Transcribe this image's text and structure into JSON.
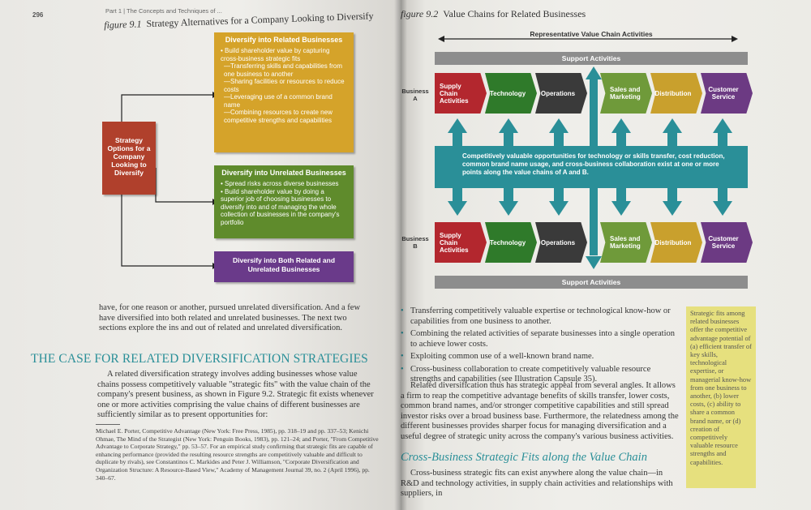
{
  "left_page": {
    "page_number": "296",
    "running_head": "Part 1 | The Concepts and Techniques of ...",
    "figure_label": "figure 9.1",
    "figure_title": "Strategy Alternatives for a Company Looking to Diversify",
    "center_box": "Strategy Options for a Company Looking to Diversify",
    "box_related": {
      "title": "Diversify into Related Businesses",
      "items": [
        "• Build shareholder value by capturing cross-business strategic fits",
        "—Transferring skills and capabilities from one business to another",
        "—Sharing facilities or resources to reduce costs",
        "—Leveraging use of a common brand name",
        "—Combining resources to create new competitive strengths and capabilities"
      ]
    },
    "box_unrelated": {
      "title": "Diversify into Unrelated Businesses",
      "items": [
        "• Spread risks across diverse businesses",
        "• Build shareholder value by doing a superior job of choosing businesses to diversify into and of managing the whole collection of businesses in the company's portfolio"
      ]
    },
    "box_both": {
      "title": "Diversify into Both Related and Unrelated Businesses"
    },
    "para_continued": "have, for one reason or another, pursued unrelated diversification. And a few have diversified into both related and unrelated businesses. The next two sections explore the ins and out of related and unrelated diversification.",
    "section_heading": "THE CASE FOR RELATED DIVERSIFICATION STRATEGIES",
    "para_related": "A related diversification strategy involves adding businesses whose value chains possess competitively valuable \"strategic fits\" with the value chain of the company's present business, as shown in Figure 9.2. Strategic fit exists whenever one or more activities comprising the value chains of different businesses are sufficiently similar as to present opportunities for:",
    "footnote1": "Michael E. Porter, Competitive Advantage (New York: Free Press, 1985), pp. 318–19 and pp. 337–53; Kenichi Ohmae, The Mind of the Strategist (New York: Penguin Books, 1983), pp. 121–24; and Porter, \"From Competitive Advantage to Corporate Strategy,\" pp. 53–57. For an empirical study confirming that strategic fits are capable of enhancing performance (provided the resulting resource strengths are competitively valuable and difficult to duplicate by rivals), see Constantinos C. Markides and Peter J. Williamson, \"Corporate Diversification and Organization Structure: A Resource-Based View,\" Academy of Management Journal 39, no. 2 (April 1996), pp. 340–67."
  },
  "right_page": {
    "figure_label": "figure 9.2",
    "figure_title": "Value Chains for Related Businesses",
    "axis_label": "Representative Value Chain Activities",
    "support_activities": "Support Activities",
    "business_a": "Business A",
    "business_b": "Business B",
    "chain": [
      "Supply Chain Activities",
      "Technology",
      "Operations",
      "Sales and Marketing",
      "Distribution",
      "Customer Service"
    ],
    "opportunities": "Competitively valuable opportunities for technology or skills transfer, cost reduction, common brand name usage, and cross-business collaboration exist at one or more points along the value chains of A and B.",
    "bullets": [
      "Transferring competitively valuable expertise or technological know-how or capabilities from one business to another.",
      "Combining the related activities of separate businesses into a single operation to achieve lower costs.",
      "Exploiting common use of a well-known brand name.",
      "Cross-business collaboration to create competitively valuable resource strengths and capabilities (see Illustration Capsule 35)."
    ],
    "para_appeal": "Related diversification thus has strategic appeal from several angles. It allows a firm to reap the competitive advantage benefits of skills transfer, lower costs, common brand names, and/or stronger competitive capabilities and still spread investor risks over a broad business base. Furthermore, the relatedness among the different businesses provides sharper focus for managing diversification and a useful degree of strategic unity across the company's various business activities.",
    "subheading": "Cross-Business Strategic Fits along the Value Chain",
    "para_cross": "Cross-business strategic fits can exist anywhere along the value chain—in R&D and technology activities, in supply chain activities and relationships with suppliers, in",
    "margin_note": "Strategic fits among related businesses offer the competitive advantage potential of (a) efficient transfer of key skills, technological expertise, or managerial know-how from one business to another, (b) lower costs, (c) ability to share a common brand name, or (d) creation of competitively valuable resource strengths and capabilities."
  },
  "colors": {
    "related": "#d5a32a",
    "unrelated": "#5f8b2c",
    "both": "#6a3a8a",
    "center": "#b0402c",
    "supply": "#b3272e",
    "technology": "#2f7a2a",
    "operations": "#3a3a3a",
    "sales": "#6f9a3a",
    "distribution": "#c9a02d",
    "customer": "#6c3a83",
    "teal": "#2a8f98",
    "margin_note_bg": "#e6e07e"
  }
}
